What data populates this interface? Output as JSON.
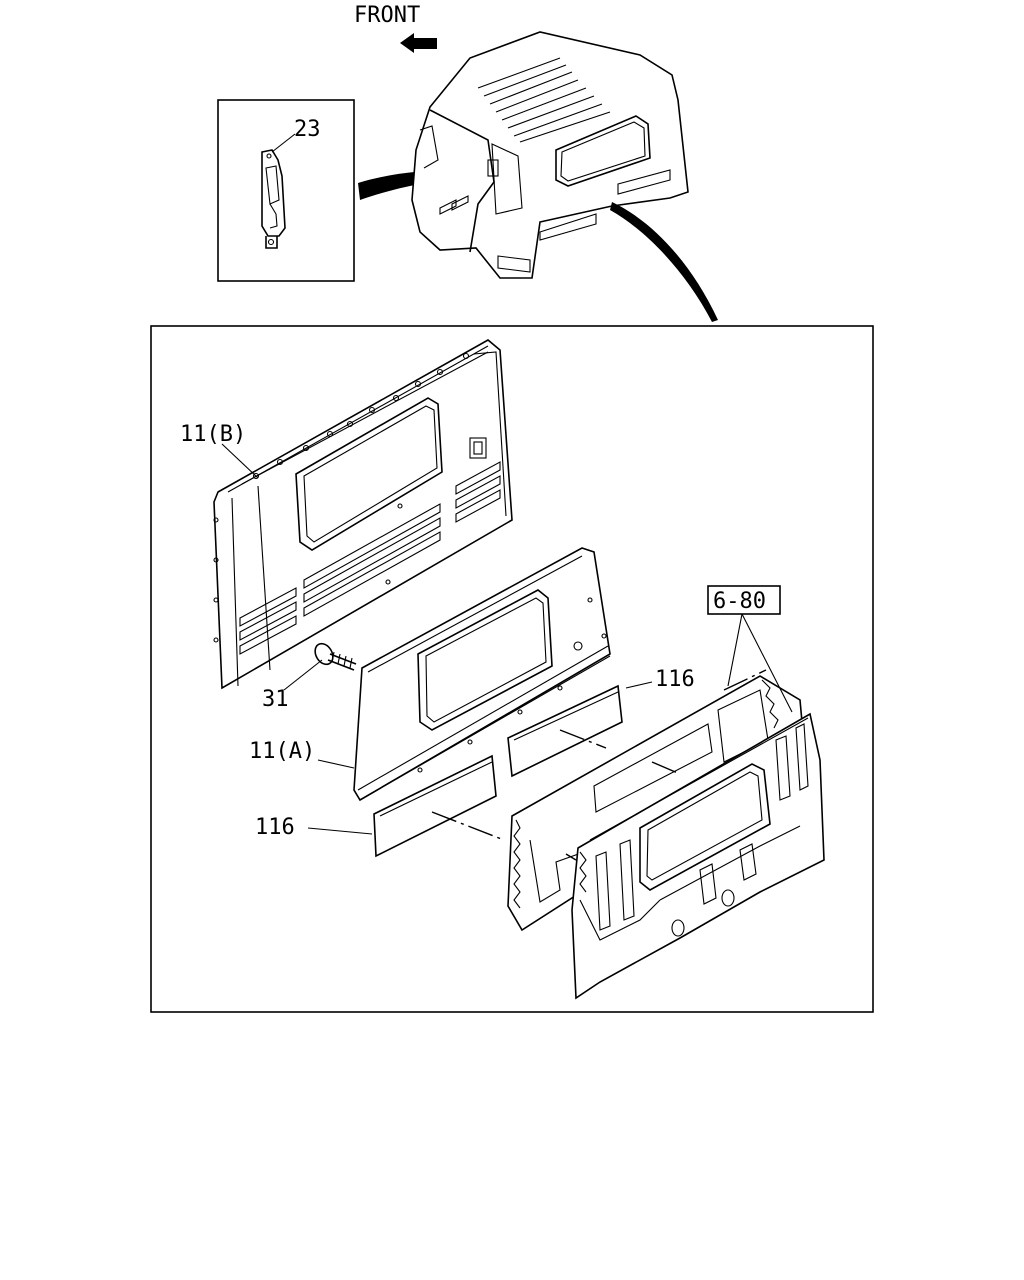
{
  "diagram": {
    "front_label": "FRONT",
    "callouts": {
      "c23": "23",
      "c11b": "11(B)",
      "c31": "31",
      "c11a": "11(A)",
      "c116_upper": "116",
      "c116_lower": "116",
      "c680": "6-80"
    }
  }
}
